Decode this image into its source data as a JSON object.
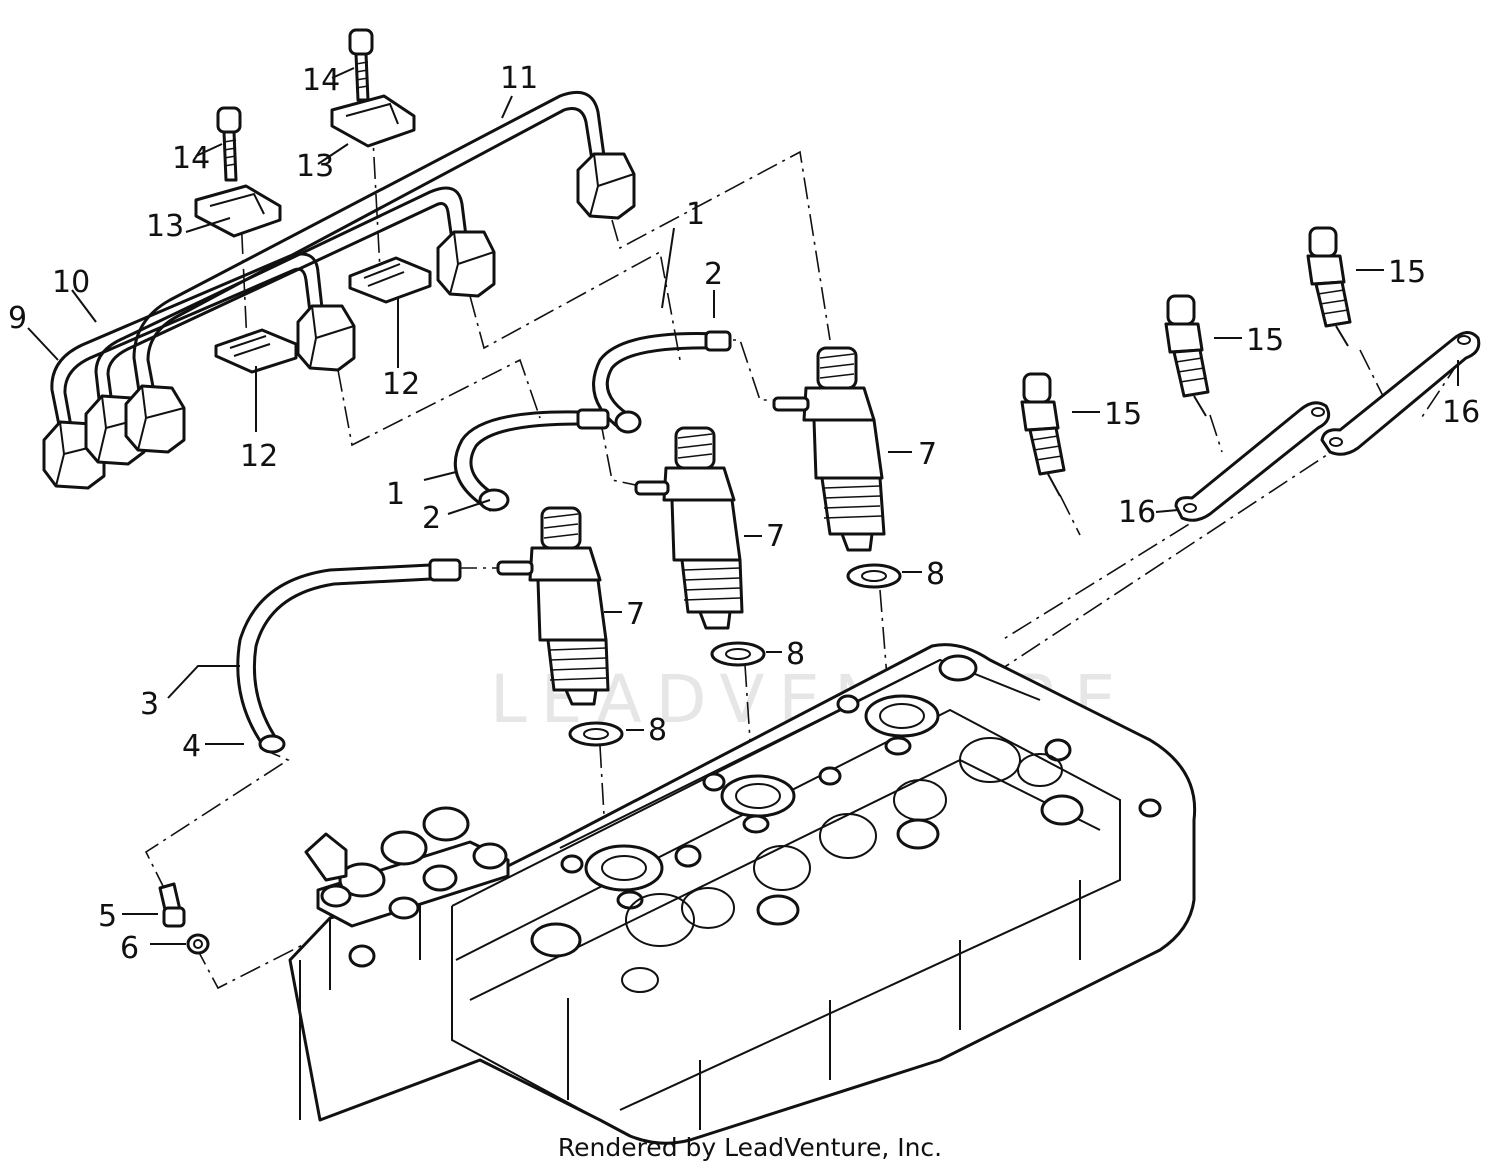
{
  "callouts": [
    {
      "label": "1"
    },
    {
      "label": "1"
    },
    {
      "label": "2"
    },
    {
      "label": "2"
    },
    {
      "label": "3"
    },
    {
      "label": "4"
    },
    {
      "label": "5"
    },
    {
      "label": "6"
    },
    {
      "label": "7"
    },
    {
      "label": "7"
    },
    {
      "label": "7"
    },
    {
      "label": "8"
    },
    {
      "label": "8"
    },
    {
      "label": "8"
    },
    {
      "label": "9"
    },
    {
      "label": "10"
    },
    {
      "label": "11"
    },
    {
      "label": "12"
    },
    {
      "label": "12"
    },
    {
      "label": "13"
    },
    {
      "label": "13"
    },
    {
      "label": "14"
    },
    {
      "label": "14"
    },
    {
      "label": "15"
    },
    {
      "label": "15"
    },
    {
      "label": "15"
    },
    {
      "label": "16"
    },
    {
      "label": "16"
    }
  ],
  "watermark": "LEADVENTURE",
  "footer": "Rendered by LeadVenture, Inc."
}
